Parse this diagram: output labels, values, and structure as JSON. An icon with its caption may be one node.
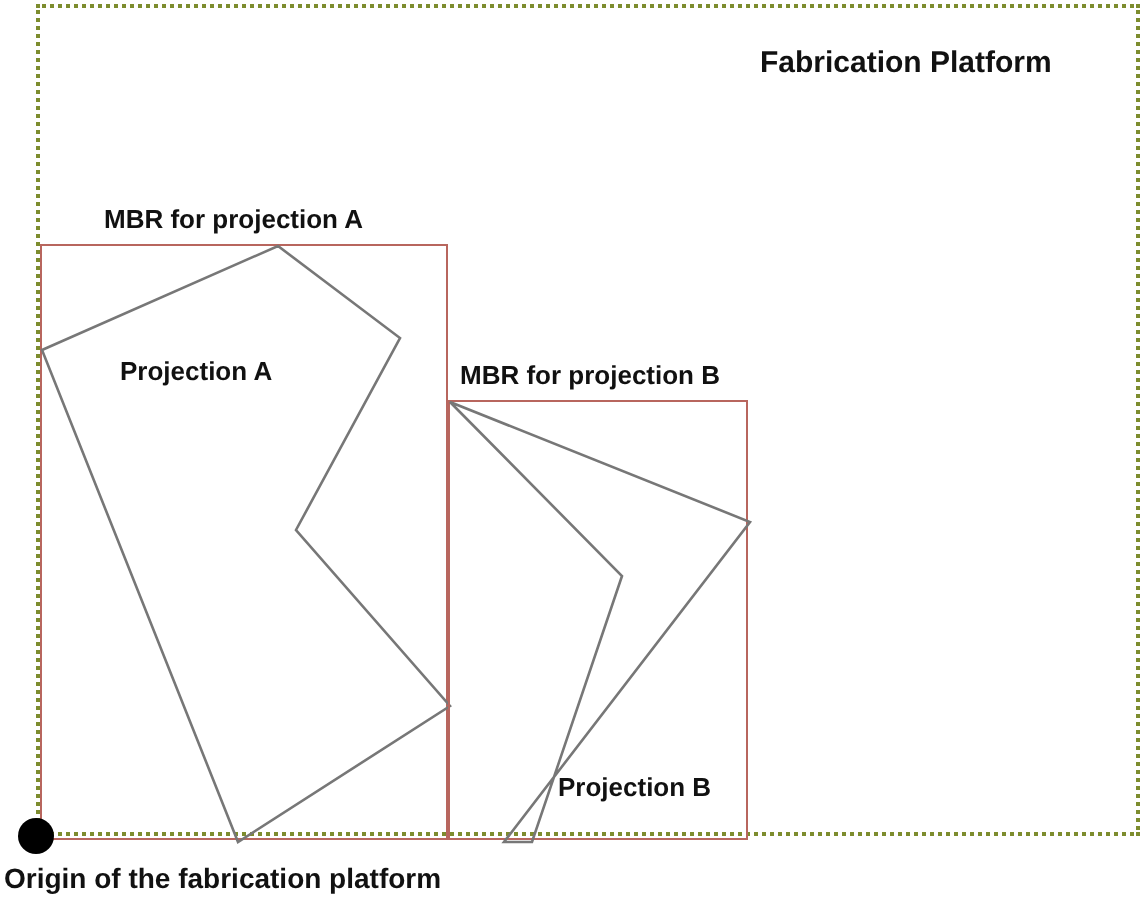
{
  "diagram": {
    "nodes": [
      {
        "text": [
          "Fabrication Platform"
        ]
      },
      {
        "text": [
          "MBR for projection A"
        ],
        "in": 0
      },
      {
        "text": [
          "Projection A"
        ],
        "in": 1
      },
      {
        "text": [
          "MBR for projection B"
        ],
        "in": 0
      },
      {
        "text": [
          "Projection B"
        ],
        "in": 3
      },
      {
        "text": [],
        "shape": "circle",
        "beside": [
          "Origin of the fabrication platform"
        ]
      }
    ]
  }
}
